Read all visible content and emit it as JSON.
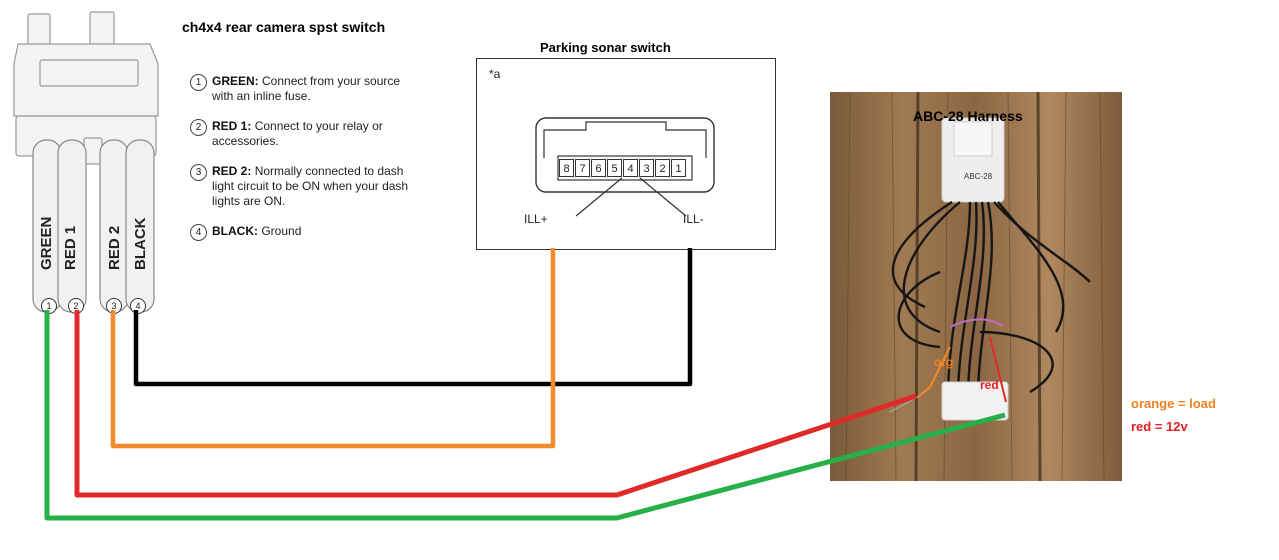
{
  "switch": {
    "title": "ch4x4 rear camera spst switch",
    "wires": [
      {
        "label": "GREEN",
        "pin": "1"
      },
      {
        "label": "RED 1",
        "pin": "2"
      },
      {
        "label": "RED 2",
        "pin": "3"
      },
      {
        "label": "BLACK",
        "pin": "4"
      }
    ],
    "legend": [
      {
        "num": "1",
        "name": "GREEN:",
        "text": "Connect from your source with an inline fuse."
      },
      {
        "num": "2",
        "name": "RED 1:",
        "text": "Connect to your relay or accessories."
      },
      {
        "num": "3",
        "name": "RED 2:",
        "text": "Normally connected to dash light circuit to be ON when your dash lights are ON."
      },
      {
        "num": "4",
        "name": "BLACK:",
        "text": "Ground"
      }
    ]
  },
  "sonar": {
    "title": "Parking sonar switch",
    "corner_label": "*a",
    "pins": [
      "8",
      "7",
      "6",
      "5",
      "4",
      "3",
      "2",
      "1"
    ],
    "ill_plus": "ILL+",
    "ill_minus": "ILL-"
  },
  "harness": {
    "title": "ABC-28 Harness",
    "connector_label": "ABC-28",
    "wire_orange": "org",
    "wire_red": "red"
  },
  "legend_right": {
    "orange": "orange = load",
    "red": "red = 12v"
  },
  "colors": {
    "green_wire": "#27b04a",
    "red_wire": "#e02a2a",
    "orange_wire": "#f58a2a",
    "black_wire": "#000000",
    "orange_text": "#f0821e",
    "red_text": "#e02020"
  }
}
